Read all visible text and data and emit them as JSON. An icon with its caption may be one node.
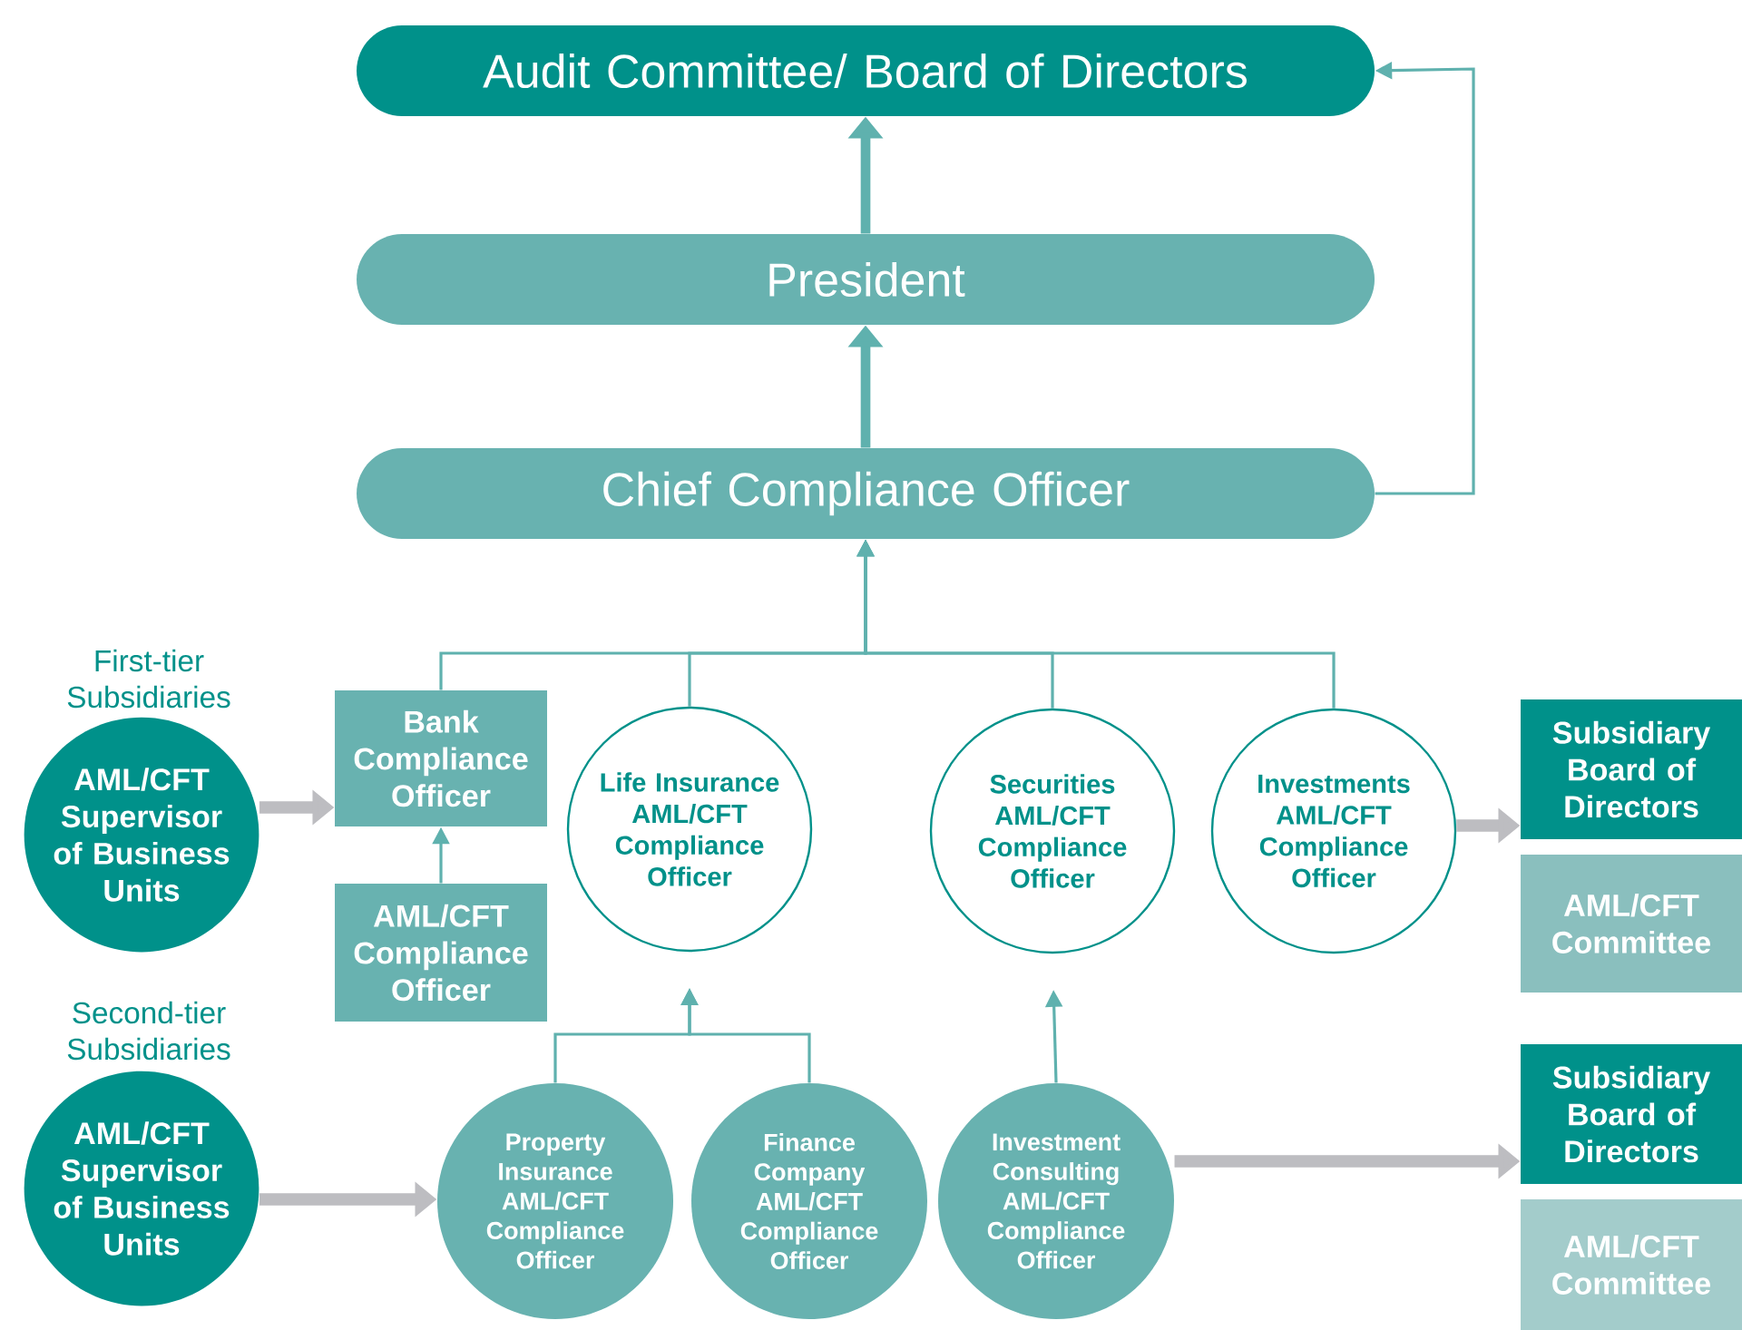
{
  "diagram": {
    "nodes": [
      {
        "text": [
          "Audit Committee/ Board of Directors"
        ]
      },
      {
        "text": [
          "President"
        ]
      },
      {
        "text": [
          "Chief Compliance Officer"
        ]
      },
      {
        "text": [
          "First-tier Subsidiaries",
          "AML/CFT Supervisor of Business Units"
        ]
      },
      {
        "text": [
          "Bank Compliance Officer"
        ]
      },
      {
        "text": [
          "AML/CFT Compliance Officer"
        ]
      },
      {
        "text": [
          "Life Insurance AML/CFT Compliance Officer"
        ]
      },
      {
        "text": [
          "Securities AML/CFT Compliance Officer"
        ]
      },
      {
        "text": [
          "Investments AML/CFT Compliance Officer"
        ]
      },
      {
        "text": [
          "Subsidiary Board of Directors"
        ]
      },
      {
        "text": [
          "AML/CFT Committee"
        ]
      },
      {
        "text": [
          "Second-tier Subsidiaries",
          "AML/CFT Supervisor of Business Units"
        ]
      },
      {
        "text": [
          "Property Insurance AML/CFT Compliance Officer"
        ]
      },
      {
        "text": [
          "Finance Company AML/CFT Compliance Officer"
        ]
      },
      {
        "text": [
          "Investment Consulting AML/CFT Compliance Officer"
        ]
      },
      {
        "text": [
          "Subsidiary Board of Directors"
        ]
      },
      {
        "text": [
          "AML/CFT Committee"
        ]
      }
    ],
    "edges": [
      {
        "from": 1,
        "to": 0,
        "arrow": "to",
        "style": "thick"
      },
      {
        "from": 2,
        "to": 1,
        "arrow": "to",
        "style": "thick"
      },
      {
        "from": 2,
        "to": 0,
        "arrow": "to"
      },
      {
        "from": 4,
        "to": 2,
        "arrow": "to"
      },
      {
        "from": 6,
        "to": 2,
        "arrow": "to"
      },
      {
        "from": 7,
        "to": 2,
        "arrow": "to"
      },
      {
        "from": 8,
        "to": 2,
        "arrow": "to"
      },
      {
        "from": 5,
        "to": 4,
        "arrow": "to"
      },
      {
        "from": 12,
        "to": 6,
        "arrow": "to"
      },
      {
        "from": 13,
        "to": 6,
        "arrow": "to"
      },
      {
        "from": 14,
        "to": 7,
        "arrow": "to"
      },
      {
        "from": 3,
        "to": 4,
        "arrow": "to",
        "style": "thick",
        "color": "#bdbdc1"
      },
      {
        "from": 8,
        "to": 9,
        "arrow": "to",
        "style": "thick",
        "color": "#bdbdc1"
      },
      {
        "from": 11,
        "to": 12,
        "arrow": "to",
        "style": "thick",
        "color": "#bdbdc1"
      },
      {
        "from": 14,
        "to": 15,
        "arrow": "to",
        "style": "thick",
        "color": "#bdbdc1"
      }
    ]
  }
}
